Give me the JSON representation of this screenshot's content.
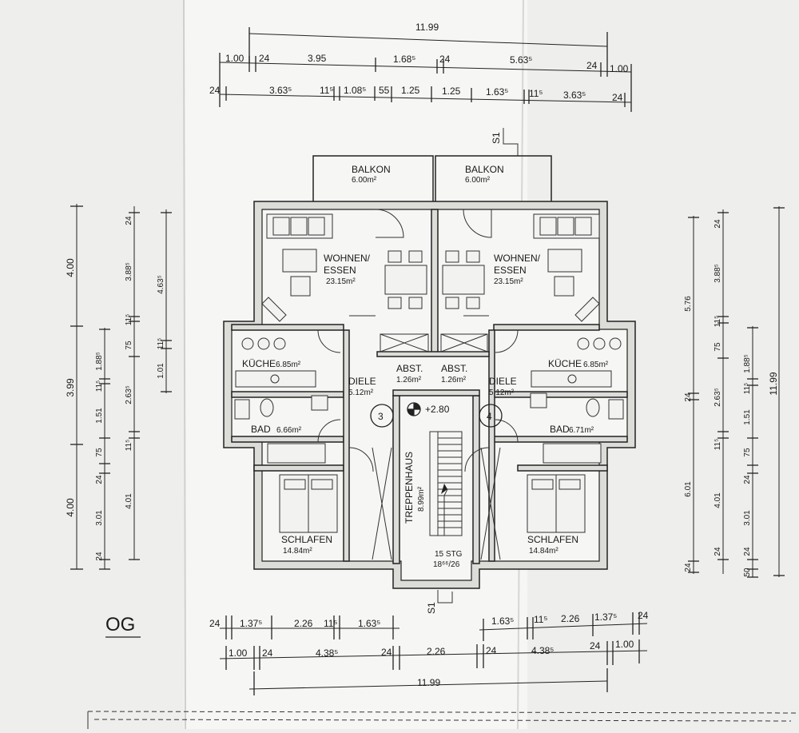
{
  "floor_label": "OG",
  "section_marker": "S1",
  "stair_height_level": "+2.80",
  "stairs_note": "15 STG",
  "stairs_ratio": "18⁶⁶/26",
  "rooms": {
    "balkon_left": {
      "name": "BALKON",
      "area": "6.00m²"
    },
    "balkon_right": {
      "name": "BALKON",
      "area": "6.00m²"
    },
    "wohnen_left": {
      "name1": "WOHNEN/",
      "name2": "ESSEN",
      "area": "23.15m²"
    },
    "wohnen_right": {
      "name1": "WOHNEN/",
      "name2": "ESSEN",
      "area": "23.15m²"
    },
    "kueche_left": {
      "name": "KÜCHE",
      "area": "6.85m²"
    },
    "kueche_right": {
      "name": "KÜCHE",
      "area": "6.85m²"
    },
    "diele_left": {
      "name": "DIELE",
      "area": "5.12m²"
    },
    "diele_right": {
      "name": "DIELE",
      "area": "5.12m²"
    },
    "abst_left": {
      "name": "ABST.",
      "area": "1.26m²"
    },
    "abst_right": {
      "name": "ABST.",
      "area": "1.26m²"
    },
    "bad_left": {
      "name": "BAD",
      "area": "6.66m²"
    },
    "bad_right": {
      "name": "BAD",
      "area": "6.71m²"
    },
    "treppenhaus": {
      "name": "TREPPENHAUS",
      "area": "8.99m²"
    },
    "schlafen_left": {
      "name": "SCHLAFEN",
      "area": "14.84m²"
    },
    "schlafen_right": {
      "name": "SCHLAFEN",
      "area": "14.84m²"
    }
  },
  "unit_numbers": [
    "3",
    "4"
  ],
  "dims": {
    "top_total": "11.99",
    "top_row1": [
      "1.00",
      "24",
      "3.95",
      "1.68⁵",
      "24",
      "5.63⁵",
      "24",
      "1.00"
    ],
    "top_row2": [
      "24",
      "3.63⁵",
      "11⁵",
      "1.08⁵",
      "55",
      "1.25",
      "1.25",
      "1.63⁵",
      "11⁵",
      "3.63⁵",
      "24"
    ],
    "bottom_row1": [
      "24",
      "1.37⁵",
      "2.26",
      "11⁵",
      "1.63⁵",
      "1.63⁵",
      "11⁵",
      "2.26",
      "1.37⁵",
      "24"
    ],
    "bottom_row2": [
      "1.00",
      "24",
      "4.38⁵",
      "24",
      "2.26",
      "24",
      "4.38⁵",
      "24",
      "1.00"
    ],
    "bottom_total": "11.99",
    "left_outer": [
      "4.00",
      "3.99",
      "4.00"
    ],
    "left_mid": [
      "1.88⁵",
      "11⁵",
      "1.51",
      "75",
      "24",
      "3.01",
      "24"
    ],
    "left_inner": [
      "24",
      "3.88⁵",
      "11⁵",
      "75",
      "2.63⁵",
      "11⁵",
      "4.01"
    ],
    "left_far": [
      "4.63⁵",
      "11⁵",
      "1.01"
    ],
    "right_total": "11.99",
    "right_outer": [
      "5.76",
      "24",
      "6.01",
      "24"
    ],
    "right_inner": [
      "24",
      "3.88⁵",
      "11⁵",
      "75",
      "2.63⁵",
      "11⁵",
      "4.01",
      "24"
    ],
    "right_mid": [
      "1.88⁵",
      "11⁵",
      "1.51",
      "75",
      "24",
      "3.01",
      "24",
      "50"
    ]
  }
}
